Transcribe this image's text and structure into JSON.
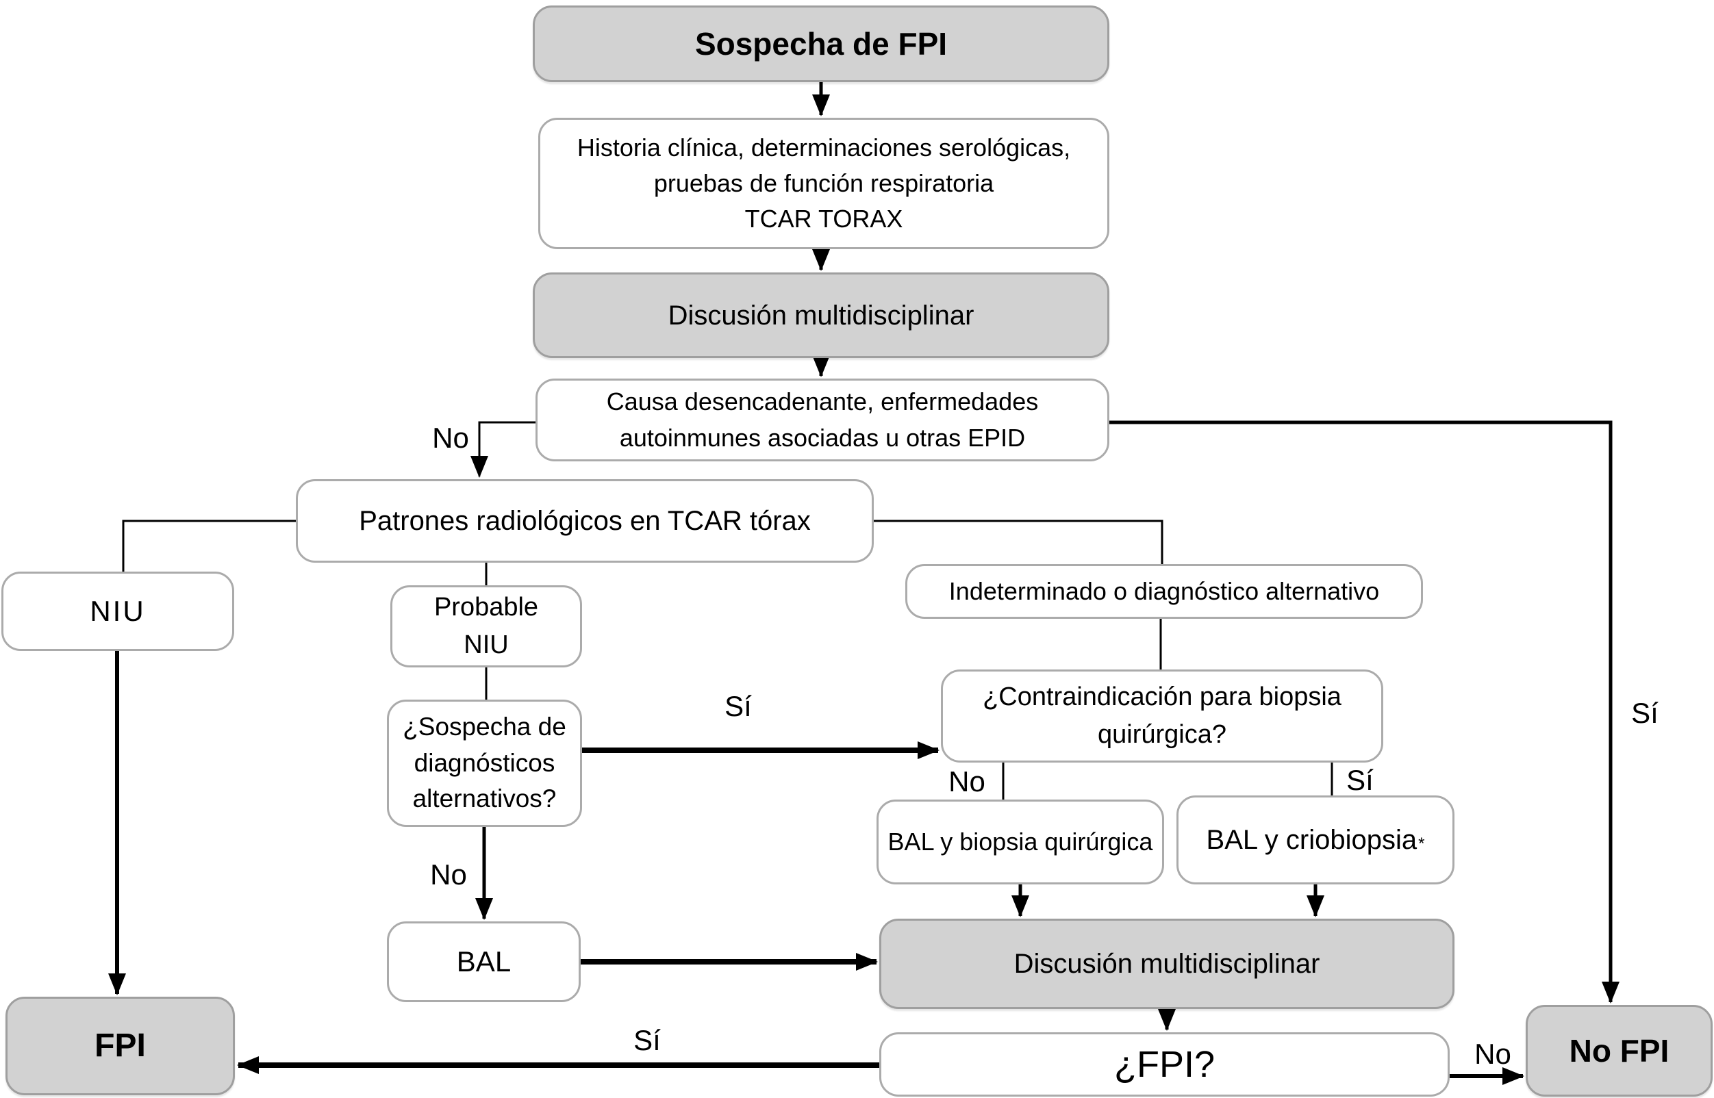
{
  "colors": {
    "box_gray": "#d2d2d2",
    "box_border_gray": "#9f9f9f",
    "box_border_white": "#ababab",
    "line_color": "#000000"
  },
  "nodes": {
    "sospecha_fpi": {
      "label": "Sospecha de FPI"
    },
    "historia": {
      "label": "Historia clínica, determinaciones serológicas,\npruebas de función respiratoria\nTCAR TORAX"
    },
    "discusion_1": {
      "label": "Discusión multidisciplinar"
    },
    "causa": {
      "label": "Causa desencadenante, enfermedades\nautoinmunes asociadas u otras EPID"
    },
    "patrones": {
      "label": "Patrones radiológicos en TCAR tórax"
    },
    "niu": {
      "label": "NIU"
    },
    "probable_niu": {
      "label": "Probable\nNIU"
    },
    "indeterminado": {
      "label": "Indeterminado o diagnóstico alternativo"
    },
    "sospecha_diag": {
      "label": "¿Sospecha de\ndiagnósticos\nalternativos?"
    },
    "contraindicacion": {
      "label": "¿Contraindicación para biopsia\nquirúrgica?"
    },
    "bal_biopsia": {
      "label": "BAL y biopsia quirúrgica"
    },
    "bal_criobiopsia": {
      "label": "BAL y criobiopsia",
      "footnote_marker": "*"
    },
    "bal": {
      "label": "BAL"
    },
    "discusion_2": {
      "label": "Discusión multidisciplinar"
    },
    "fpi": {
      "label": "FPI"
    },
    "fpi_question": {
      "label": "¿FPI?"
    },
    "no_fpi": {
      "label": "No FPI"
    }
  },
  "edges": [
    {
      "from": "sospecha_fpi",
      "to": "historia",
      "label": ""
    },
    {
      "from": "historia",
      "to": "discusion_1",
      "label": ""
    },
    {
      "from": "discusion_1",
      "to": "causa",
      "label": ""
    },
    {
      "from": "causa",
      "to": "patrones",
      "label": "No"
    },
    {
      "from": "causa",
      "to": "no_fpi",
      "label": "Sí"
    },
    {
      "from": "patrones",
      "to": "niu",
      "label": ""
    },
    {
      "from": "patrones",
      "to": "probable_niu",
      "label": ""
    },
    {
      "from": "patrones",
      "to": "indeterminado",
      "label": ""
    },
    {
      "from": "indeterminado",
      "to": "contraindicacion",
      "label": ""
    },
    {
      "from": "probable_niu",
      "to": "sospecha_diag",
      "label": ""
    },
    {
      "from": "sospecha_diag",
      "to": "contraindicacion",
      "label": "Sí"
    },
    {
      "from": "sospecha_diag",
      "to": "bal",
      "label": "No"
    },
    {
      "from": "contraindicacion",
      "to": "bal_biopsia",
      "label": "No"
    },
    {
      "from": "contraindicacion",
      "to": "bal_criobiopsia",
      "label": "Sí"
    },
    {
      "from": "bal_biopsia",
      "to": "discusion_2",
      "label": ""
    },
    {
      "from": "bal_criobiopsia",
      "to": "discusion_2",
      "label": ""
    },
    {
      "from": "bal",
      "to": "discusion_2",
      "label": ""
    },
    {
      "from": "niu",
      "to": "fpi",
      "label": ""
    },
    {
      "from": "discusion_2",
      "to": "fpi_question",
      "label": ""
    },
    {
      "from": "fpi_question",
      "to": "fpi",
      "label": "Sí"
    },
    {
      "from": "fpi_question",
      "to": "no_fpi",
      "label": "No"
    }
  ]
}
